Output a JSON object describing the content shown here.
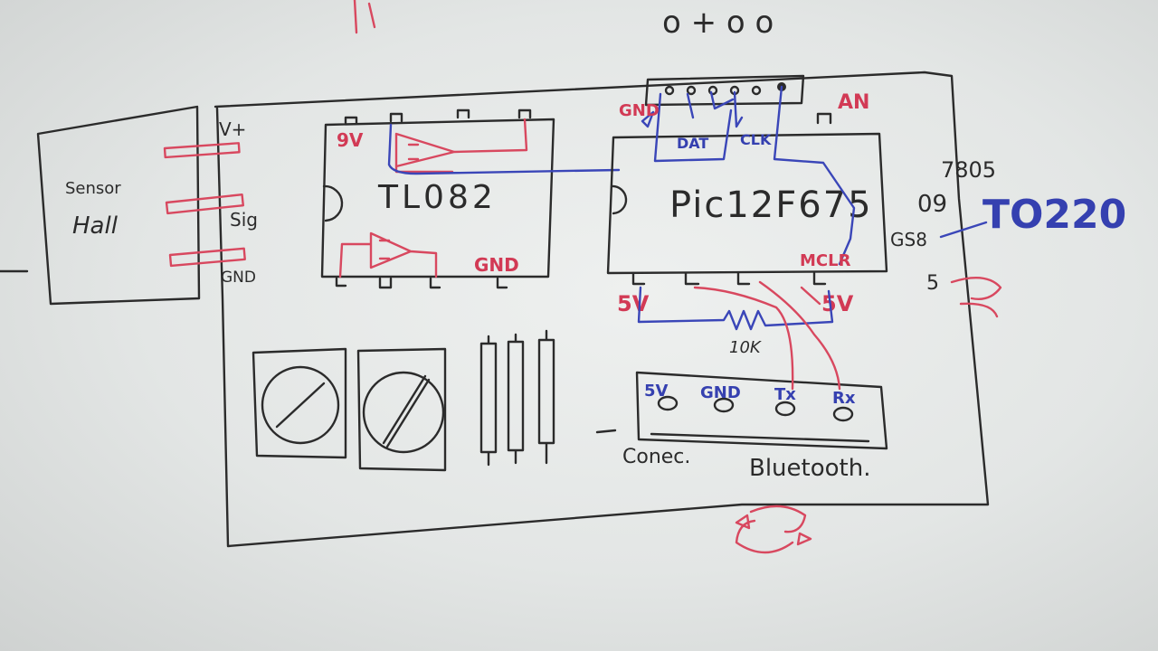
{
  "top_text": "o + o o",
  "sensor": {
    "name_line1": "Sensor",
    "name_line2": "Hall",
    "pin_vplus": "V+",
    "pin_sig": "Sig",
    "pin_gnd": "GND"
  },
  "opamp": {
    "name": "TL082",
    "pin_9v": "9V",
    "pin_gnd": "GND"
  },
  "mcu": {
    "name": "Pic12F675",
    "pin_gnd": "GND",
    "pin_an": "AN",
    "pin_dat": "DAT",
    "pin_clk": "CLK",
    "pin_mclr": "MCLR",
    "pin_5v_left": "5V",
    "pin_5v_right": "5V"
  },
  "resistor": {
    "value": "10K"
  },
  "regulator": {
    "line1": "7805",
    "line2": "09",
    "line3": "GS8",
    "line4": "5",
    "package": "TO220"
  },
  "bluetooth": {
    "pin_5v": "5V",
    "pin_gnd": "GND",
    "pin_tx": "Tx",
    "pin_rx": "Rx",
    "caption_left": "Conec.",
    "caption_right": "Bluetooth."
  },
  "colors": {
    "black_ink": "#2b2b2b",
    "red_ink": "#d8485f",
    "blue_ink": "#3a46b8",
    "board": "#e6e8e7"
  }
}
